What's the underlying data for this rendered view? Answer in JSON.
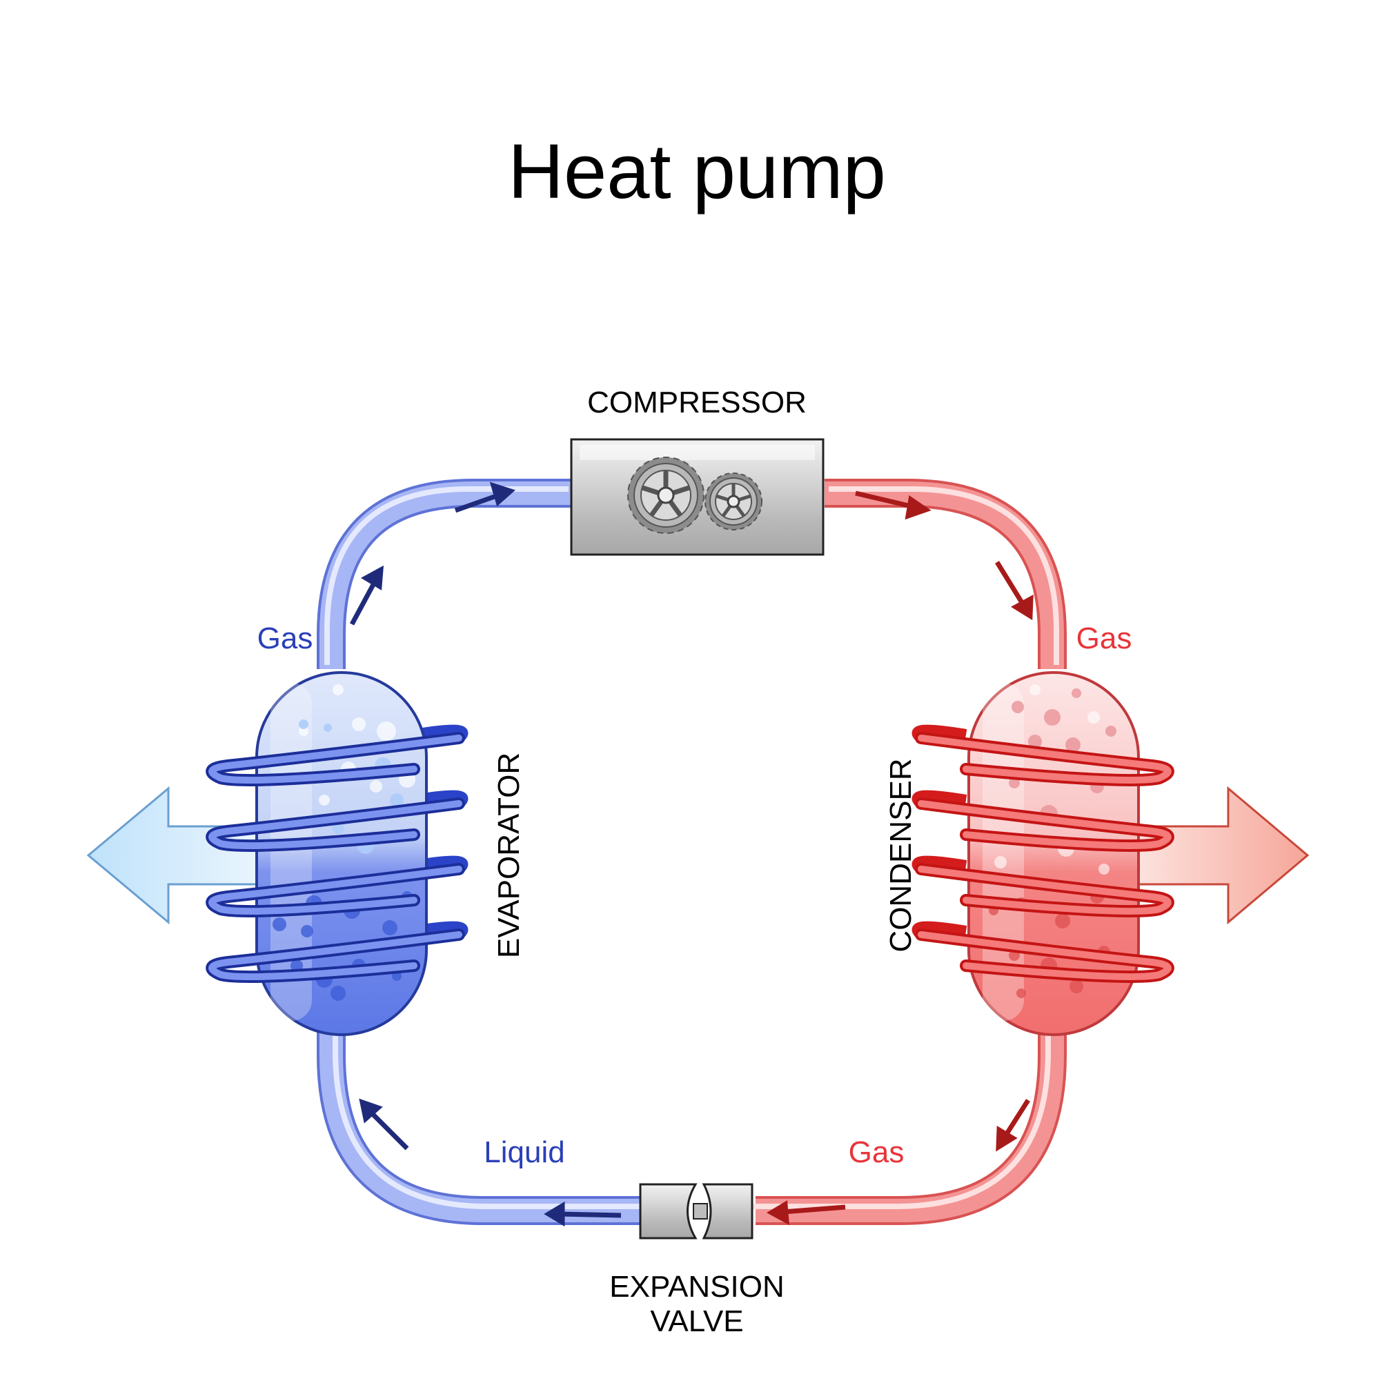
{
  "title": "Heat pump",
  "labels": {
    "compressor": "COMPRESSOR",
    "evaporator": "EVAPORATOR",
    "condenser": "CONDENSER",
    "expansion_valve_line1": "EXPANSION",
    "expansion_valve_line2": "VALVE"
  },
  "states": {
    "cold_gas": "Gas",
    "hot_gas_top": "Gas",
    "hot_gas_bottom": "Gas",
    "cold_liquid": "Liquid"
  },
  "colors": {
    "cold_label": "#2b3fb8",
    "hot_label": "#e8343a",
    "cold_pipe": "#8fa2f4",
    "hot_pipe": "#f07878",
    "cold_arrow": "#1f2b7a",
    "hot_arrow": "#a81a1a",
    "metal": "#c9c9c9"
  }
}
